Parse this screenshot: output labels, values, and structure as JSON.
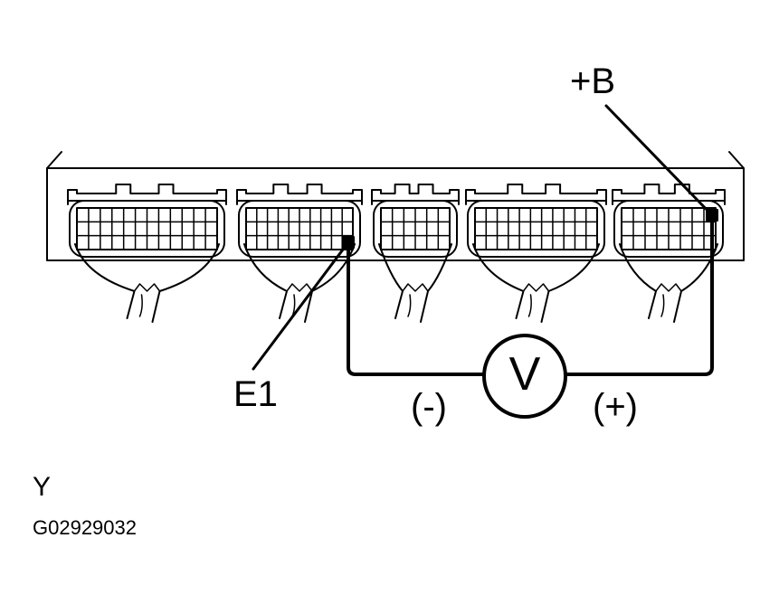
{
  "labels": {
    "plus_b": "+B",
    "e1": "E1",
    "negative": "(-)",
    "positive": "(+)",
    "meter": "V",
    "letter": "Y",
    "figure_id": "G02929032"
  },
  "colors": {
    "line": "#000000",
    "background": "#ffffff"
  }
}
